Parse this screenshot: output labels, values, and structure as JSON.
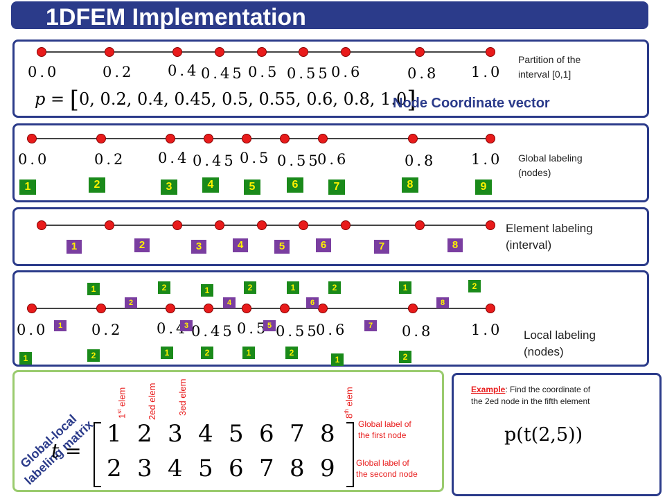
{
  "title": "1DFEM Implementation",
  "coords": [
    "0.0",
    "0.2",
    "0.4",
    "0.45",
    "0.5",
    "0.55",
    "0.6",
    "0.8",
    "1.0"
  ],
  "panel1": {
    "side_label_line1": "Partition of the",
    "side_label_line2": "interval [0,1]",
    "vector_prefix": "p =",
    "vector_values": "0, 0.2, 0.4, 0.45, 0.5, 0.55, 0.6, 0.8, 1.0",
    "vector_caption": "Node Coordinate vector"
  },
  "panel2": {
    "side_label_line1": "Global labeling",
    "side_label_line2": "(nodes)",
    "labels": [
      "1",
      "2",
      "3",
      "4",
      "5",
      "6",
      "7",
      "8",
      "9"
    ]
  },
  "panel3": {
    "side_label_line1": "Element labeling",
    "side_label_line2": "(interval)",
    "labels": [
      "1",
      "2",
      "3",
      "4",
      "5",
      "6",
      "7",
      "8"
    ]
  },
  "panel4": {
    "side_label_line1": "Local labeling",
    "side_label_line2": "(nodes)",
    "local_top": [
      "1",
      "2",
      "1",
      "2",
      "1",
      "2",
      "1",
      "2"
    ],
    "element_top": [
      "2",
      "4",
      "6",
      "8"
    ],
    "element_mid": [
      "1",
      "3",
      "5",
      "7"
    ],
    "local_bottom": [
      "1",
      "2",
      "1",
      "2",
      "1",
      "2",
      "1",
      "2"
    ]
  },
  "panel5": {
    "heading_line1": "Global-local",
    "heading_line2": "labeling matrix",
    "col_labels": [
      {
        "main": "1",
        "sup": "st",
        "rest": " elem"
      },
      {
        "main": "2ed elem",
        "sup": "",
        "rest": ""
      },
      {
        "main": "3ed elem",
        "sup": "",
        "rest": ""
      },
      {
        "main": "8",
        "sup": "th",
        "rest": " elem"
      }
    ],
    "matrix_lhs": "t =",
    "row1": [
      "1",
      "2",
      "3",
      "4",
      "5",
      "6",
      "7",
      "8"
    ],
    "row2": [
      "2",
      "3",
      "4",
      "5",
      "6",
      "7",
      "8",
      "9"
    ],
    "note1_line1": "Global label of",
    "note1_line2": "the first node",
    "note2_line1": "Global label of",
    "note2_line2": "the second node"
  },
  "panel6": {
    "example_head": "Example",
    "example_text_line1": ": Find the coordinate of",
    "example_text_line2": "the 2ed node in the fifth element",
    "formula": "p(t(2,5))"
  },
  "colors": {
    "frame_blue": "#2b3b8a",
    "node_red": "#e81b1b",
    "global_green": "#1a8a1a",
    "element_purple": "#7a3ea0",
    "label_yellow": "#fff200",
    "matrix_panel_green": "#9acb6e"
  }
}
